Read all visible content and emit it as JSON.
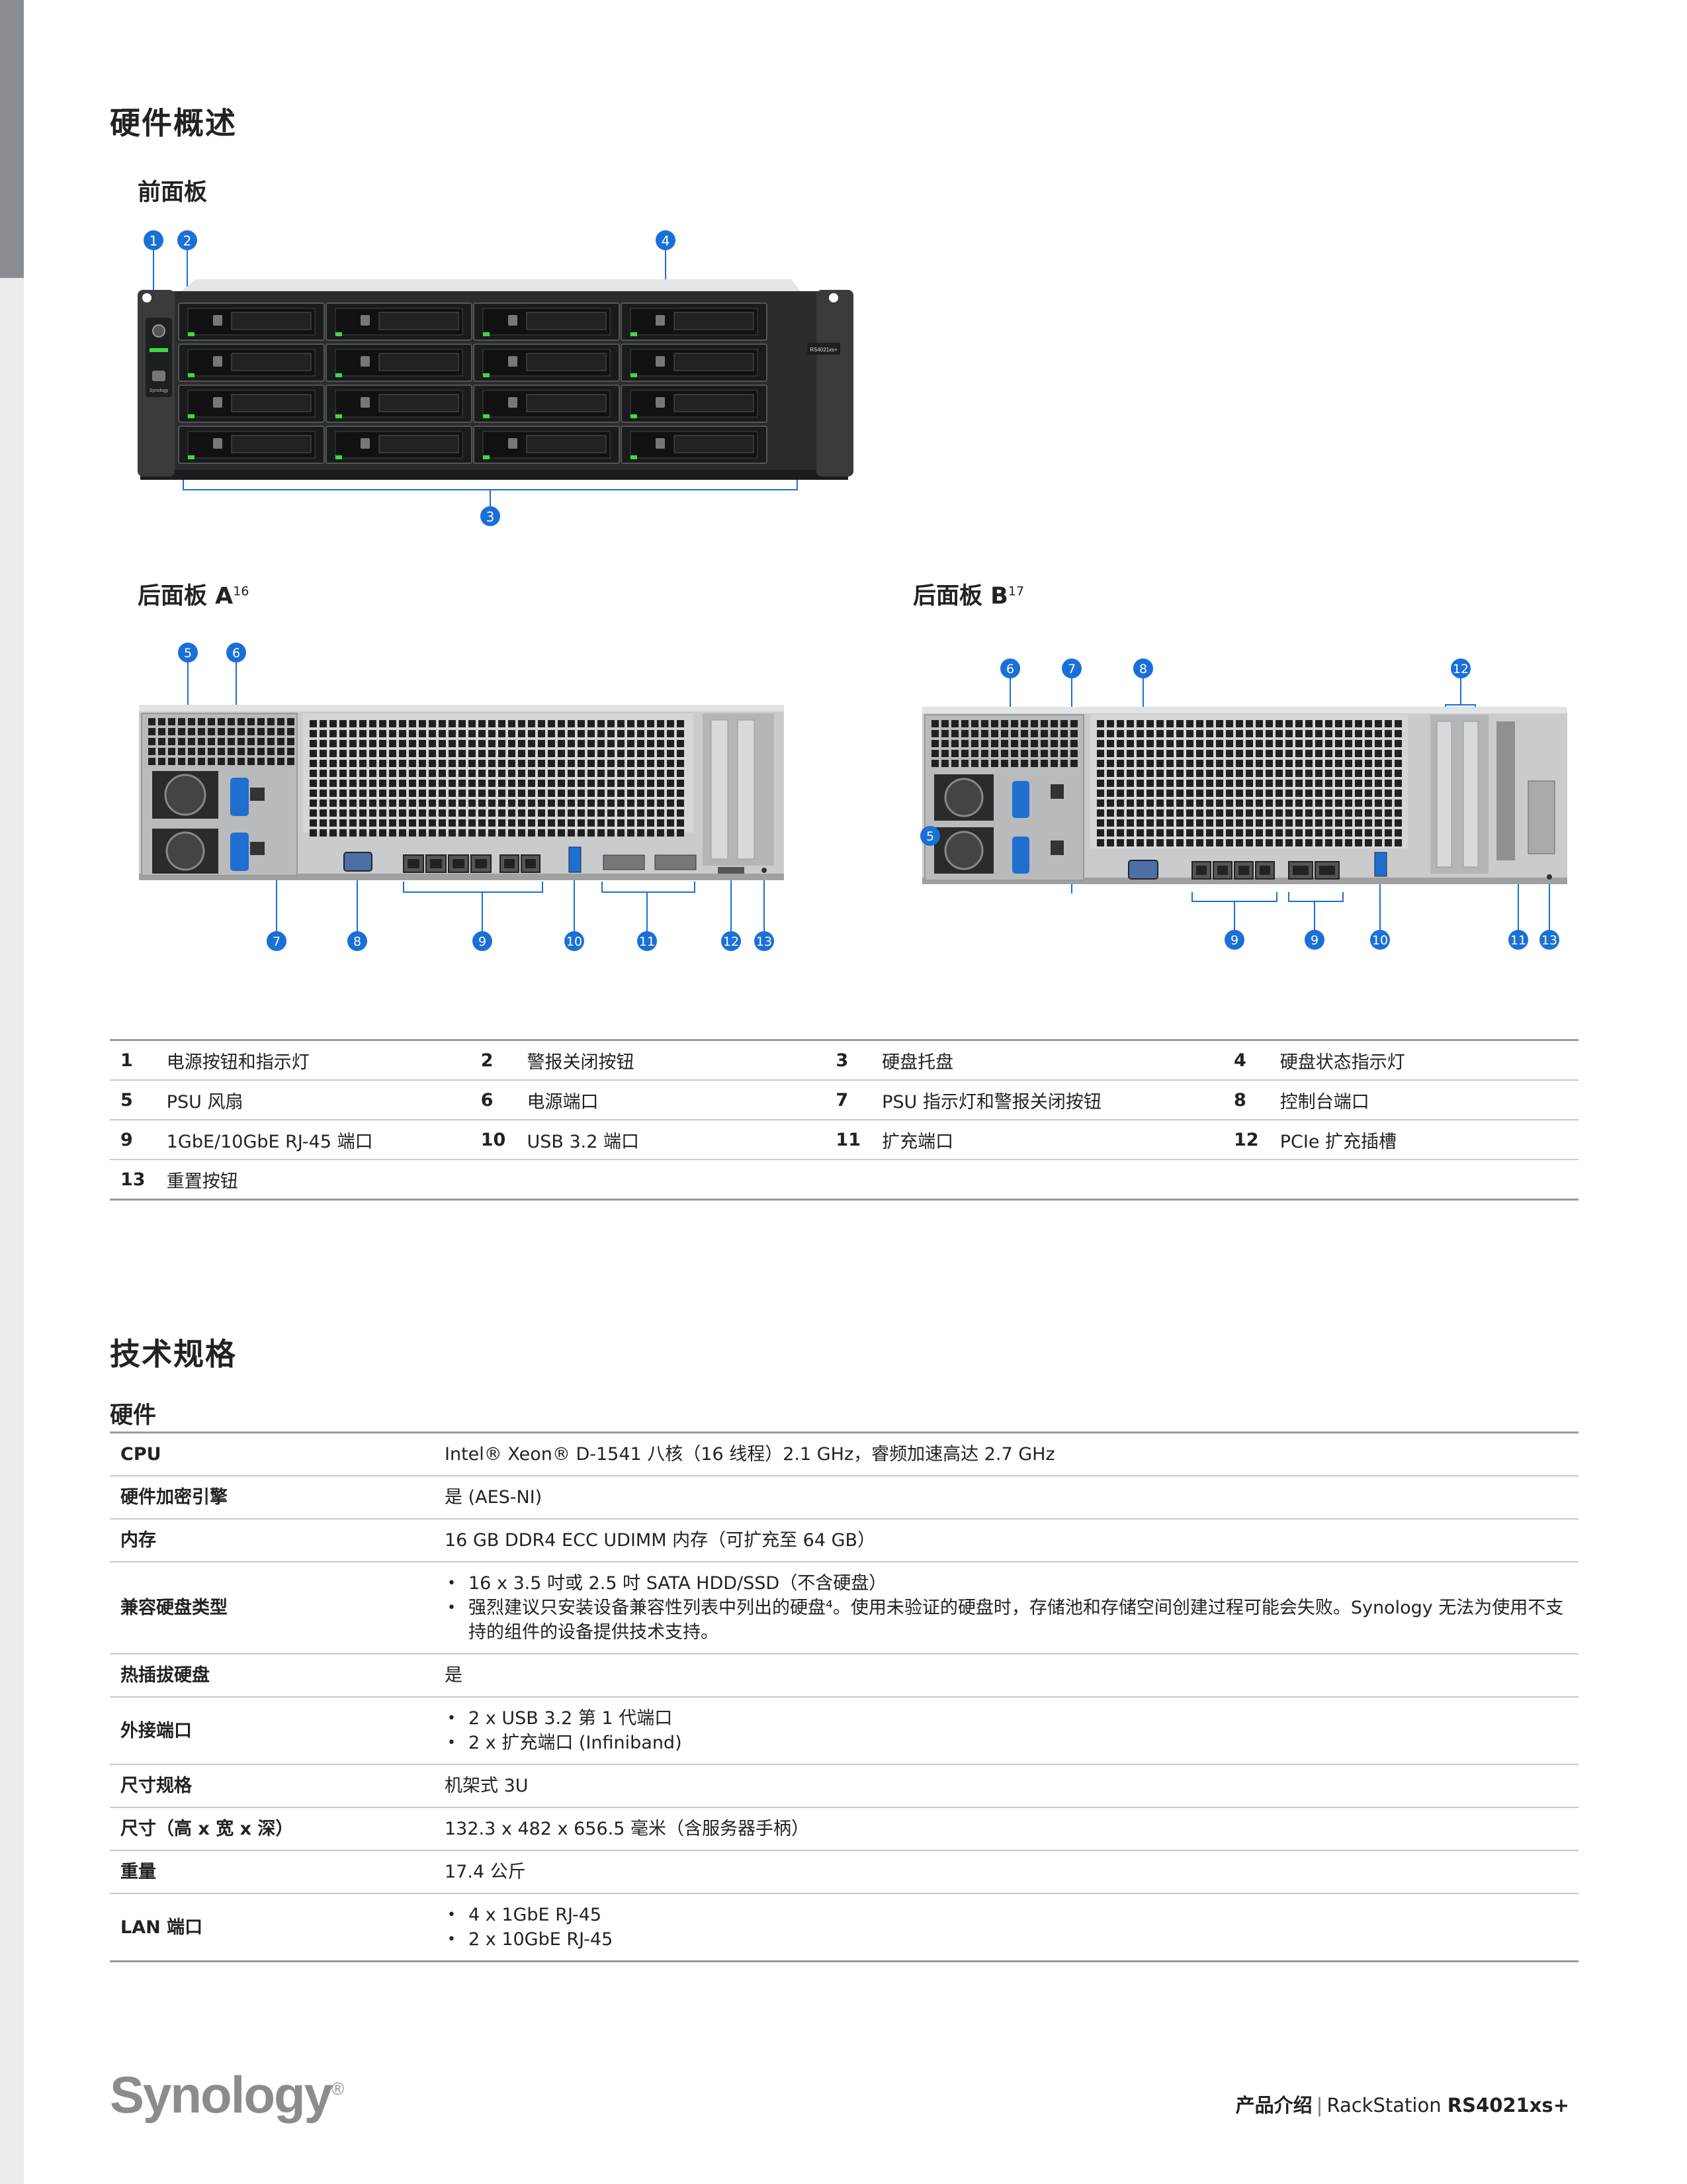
{
  "overview_title": "硬件概述",
  "front_panel": {
    "title": "前面板",
    "callouts": [
      "1",
      "2",
      "4",
      "3"
    ],
    "bezel_label": "RS4021xs+",
    "brand_small": "Synology"
  },
  "rear_a": {
    "title": "后面板 A",
    "sup": "16",
    "callouts": [
      "5",
      "6",
      "7",
      "8",
      "9",
      "10",
      "11",
      "12",
      "13"
    ]
  },
  "rear_b": {
    "title": "后面板 B",
    "sup": "17",
    "callouts": [
      "6",
      "7",
      "8",
      "12",
      "5",
      "9",
      "9",
      "10",
      "11",
      "13"
    ]
  },
  "parts": [
    [
      {
        "num": "1",
        "label": "电源按钮和指示灯"
      },
      {
        "num": "2",
        "label": "警报关闭按钮"
      },
      {
        "num": "3",
        "label": "硬盘托盘"
      },
      {
        "num": "4",
        "label": "硬盘状态指示灯"
      }
    ],
    [
      {
        "num": "5",
        "label": "PSU 风扇"
      },
      {
        "num": "6",
        "label": "电源端口"
      },
      {
        "num": "7",
        "label": "PSU 指示灯和警报关闭按钮"
      },
      {
        "num": "8",
        "label": "控制台端口"
      }
    ],
    [
      {
        "num": "9",
        "label": "1GbE/10GbE RJ-45 端口"
      },
      {
        "num": "10",
        "label": "USB 3.2 端口"
      },
      {
        "num": "11",
        "label": "扩充端口"
      },
      {
        "num": "12",
        "label": "PCIe 扩充插槽"
      }
    ],
    [
      {
        "num": "13",
        "label": "重置按钮"
      }
    ]
  ],
  "spec_title": "技术规格",
  "spec_subtitle": "硬件",
  "specs": [
    {
      "key": "CPU",
      "value": "Intel® Xeon® D-1541 八核（16 线程）2.1 GHz，睿频加速高达 2.7 GHz"
    },
    {
      "key": "硬件加密引擎",
      "value": "是 (AES-NI)"
    },
    {
      "key": "内存",
      "value": "16 GB DDR4 ECC UDIMM 内存（可扩充至 64 GB）"
    },
    {
      "key": "兼容硬盘类型",
      "items": [
        "16 x 3.5 吋或 2.5 吋 SATA HDD/SSD（不含硬盘）",
        "强烈建议只安装设备兼容性列表中列出的硬盘⁴。使用未验证的硬盘时，存储池和存储空间创建过程可能会失败。Synology 无法为使用不支持的组件的设备提供技术支持。"
      ]
    },
    {
      "key": "热插拔硬盘",
      "value": "是"
    },
    {
      "key": "外接端口",
      "items": [
        "2 x USB 3.2 第 1 代端口",
        "2 x 扩充端口 (Infiniband)"
      ]
    },
    {
      "key": "尺寸规格",
      "value": "机架式 3U"
    },
    {
      "key": "尺寸（高 x 宽 x 深）",
      "value": "132.3 x 482 x 656.5 毫米（含服务器手柄）"
    },
    {
      "key": "重量",
      "value": "17.4 公斤"
    },
    {
      "key": "LAN 端口",
      "items": [
        "4 x 1GbE RJ-45",
        "2 x 10GbE RJ-45"
      ]
    }
  ],
  "footer": {
    "logo": "Synology",
    "logo_mark": "®",
    "doc_type": "产品介绍",
    "separator": "|",
    "series": "RackStation",
    "model": "RS4021xs+"
  },
  "colors": {
    "callout": "#1a6fd8",
    "led": "#3ddc3d",
    "chassis": "#2b2c2e",
    "rear_panel": "#c9cbcd"
  }
}
